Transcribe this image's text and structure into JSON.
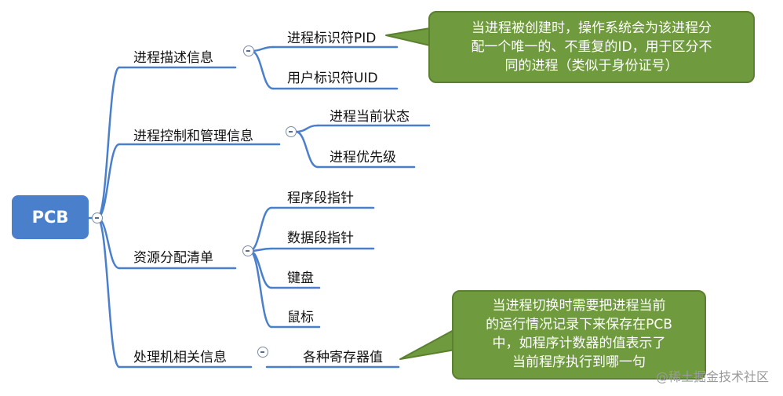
{
  "root": {
    "label": "PCB"
  },
  "branches": [
    {
      "label": "进程描述信息",
      "children": [
        {
          "label": "进程标识符PID"
        },
        {
          "label": "用户标识符UID"
        }
      ]
    },
    {
      "label": "进程控制和管理信息",
      "children": [
        {
          "label": "进程当前状态"
        },
        {
          "label": "进程优先级"
        }
      ]
    },
    {
      "label": "资源分配清单",
      "children": [
        {
          "label": "程序段指针"
        },
        {
          "label": "数据段指针"
        },
        {
          "label": "键盘"
        },
        {
          "label": "鼠标"
        }
      ]
    },
    {
      "label": "处理机相关信息",
      "children": [
        {
          "label": "各种寄存器值"
        }
      ]
    }
  ],
  "callouts": [
    {
      "lines": [
        "当进程被创建时，操作系统会为该进程分",
        "配一个唯一的、不重复的ID，用于区分不",
        "同的进程（类似于身份证号）"
      ]
    },
    {
      "lines": [
        "当进程切换时需要把进程当前",
        "的运行情况记录下来保存在PCB",
        "中，如程序计数器的值表示了",
        "当前程序执行到哪一句"
      ]
    }
  ],
  "watermark": "@稀土掘金技术社区",
  "colors": {
    "root_fill": "#4a7fcb",
    "connector": "#4a7fcb",
    "underline": "#4a7fcb",
    "callout_fill": "#6f9a3d",
    "callout_border": "#5a8030"
  }
}
